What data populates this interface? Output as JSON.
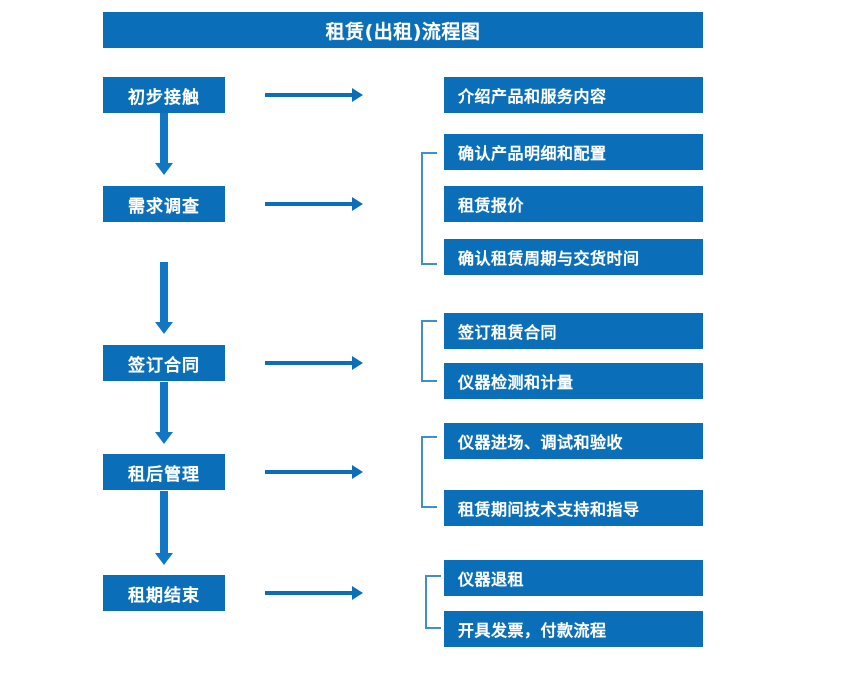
{
  "title": "租赁(出租)流程图",
  "colors": {
    "primary": "#0A6EB8",
    "arrow": "#1177C4",
    "bracket": "#3E8FCB",
    "text": "#FFFFFF",
    "background": "#FFFFFF"
  },
  "stages": [
    {
      "label": "初步接触"
    },
    {
      "label": "需求调查"
    },
    {
      "label": "签订合同"
    },
    {
      "label": "租后管理"
    },
    {
      "label": "租期结束"
    }
  ],
  "details": [
    {
      "label": "介绍产品和服务内容"
    },
    {
      "label": "确认产品明细和配置"
    },
    {
      "label": "租赁报价"
    },
    {
      "label": "确认租赁周期与交货时间"
    },
    {
      "label": "签订租赁合同"
    },
    {
      "label": "仪器检测和计量"
    },
    {
      "label": "仪器进场、调试和验收"
    },
    {
      "label": "租赁期间技术支持和指导"
    },
    {
      "label": "仪器退租"
    },
    {
      "label": "开具发票，付款流程"
    }
  ],
  "groups": [
    {
      "stage": "需求调查",
      "details": [
        "确认产品明细和配置",
        "租赁报价",
        "确认租赁周期与交货时间"
      ]
    },
    {
      "stage": "签订合同",
      "details": [
        "签订租赁合同",
        "仪器检测和计量"
      ]
    },
    {
      "stage": "租后管理",
      "details": [
        "仪器进场、调试和验收",
        "租赁期间技术支持和指导"
      ]
    },
    {
      "stage": "租期结束",
      "details": [
        "仪器退租",
        "开具发票，付款流程"
      ]
    }
  ],
  "connectors": {
    "horizontal_arrow_icon": "arrow-right-icon",
    "vertical_arrow_icon": "arrow-down-icon",
    "bracket_icon": "group-bracket-icon"
  }
}
